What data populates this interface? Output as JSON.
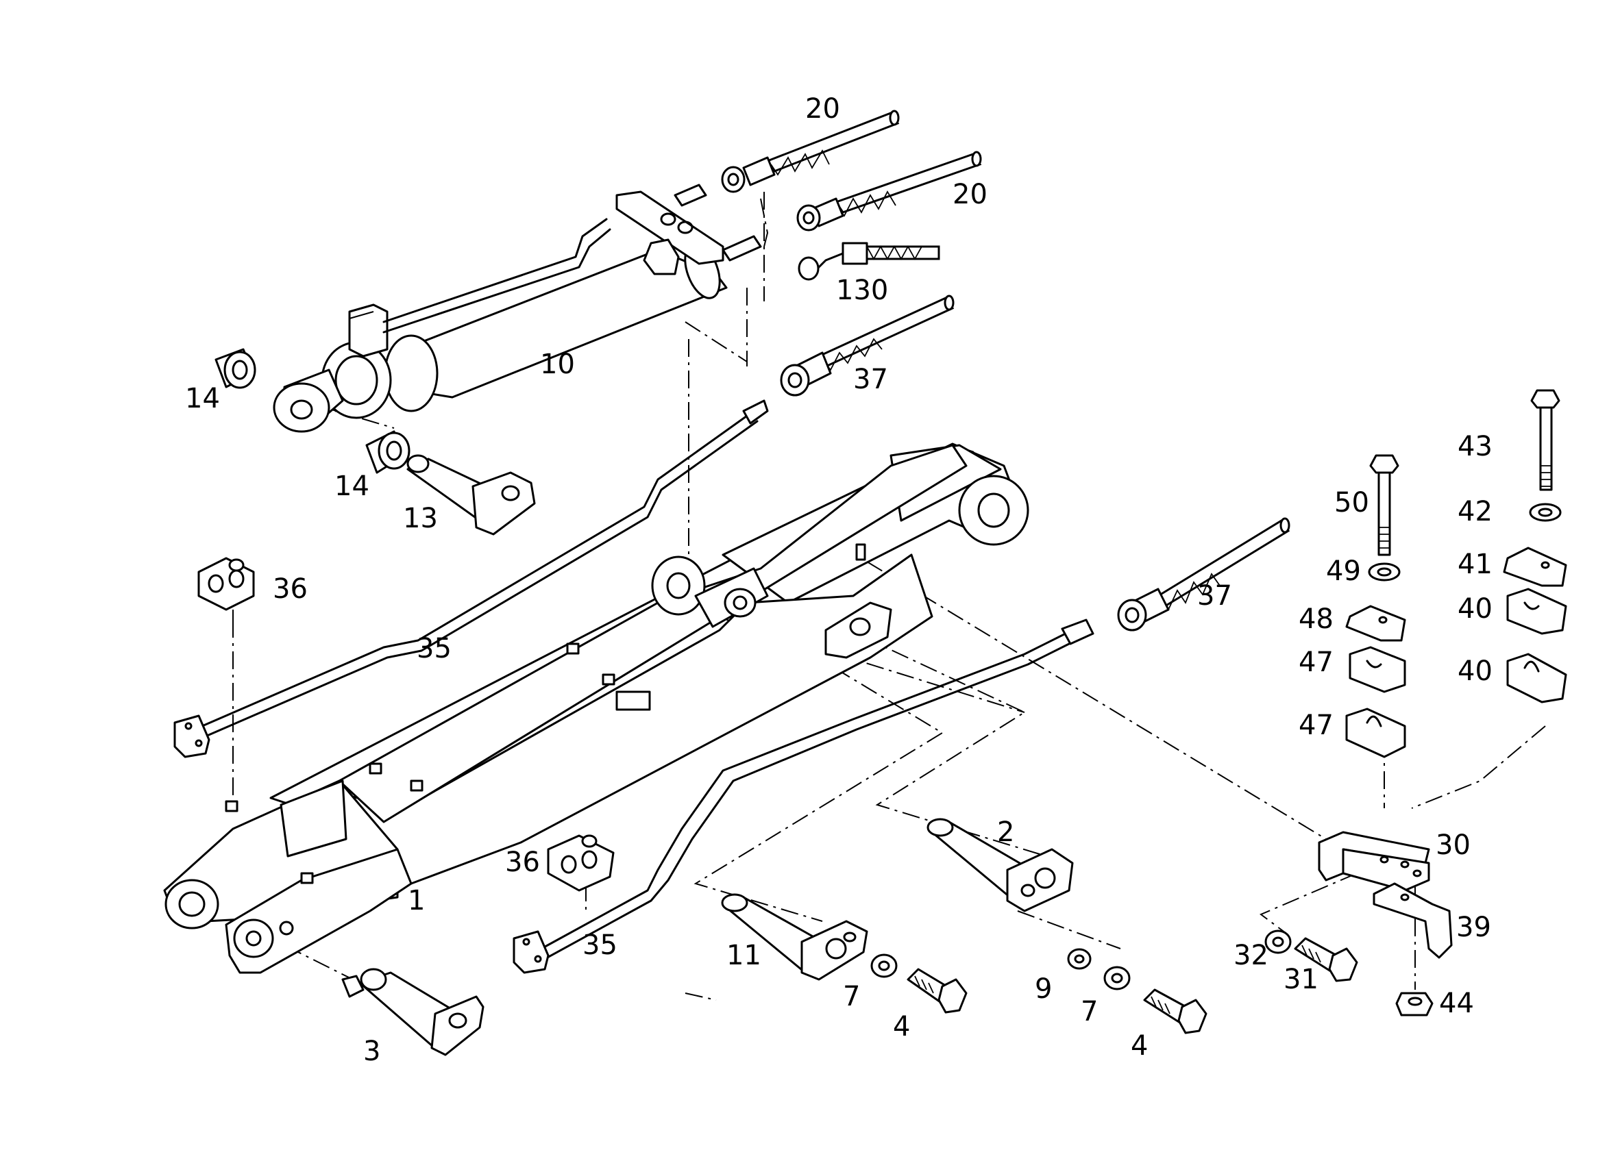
{
  "labels": {
    "l1": "1",
    "l2": "2",
    "l3": "3",
    "l4a": "4",
    "l4b": "4",
    "l7a": "7",
    "l7b": "7",
    "l9": "9",
    "l10": "10",
    "l11": "11",
    "l13": "13",
    "l14a": "14",
    "l14b": "14",
    "l20a": "20",
    "l20b": "20",
    "l30": "30",
    "l31": "31",
    "l32": "32",
    "l35a": "35",
    "l35b": "35",
    "l36a": "36",
    "l36b": "36",
    "l37a": "37",
    "l37b": "37",
    "l39": "39",
    "l40a": "40",
    "l40b": "40",
    "l41": "41",
    "l42": "42",
    "l43": "43",
    "l44": "44",
    "l47a": "47",
    "l47b": "47",
    "l48": "48",
    "l49": "49",
    "l50": "50",
    "l130": "130"
  },
  "colors": {
    "line": "#000000",
    "background": "#ffffff"
  }
}
